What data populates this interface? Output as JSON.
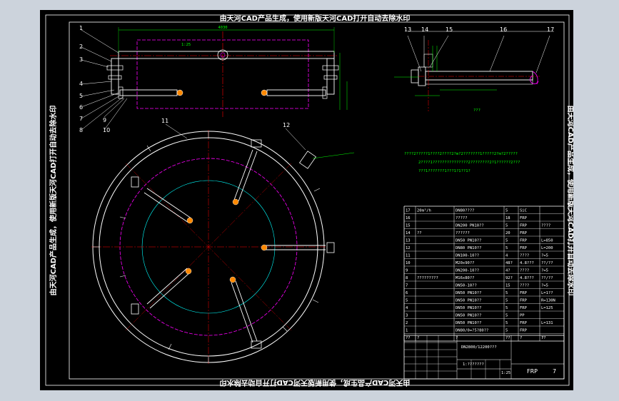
{
  "watermark": {
    "top": "由天河CAD产品生成，使用新版天河CAD打开自动去除水印",
    "bottom": "由天河CAD产品生成，使用新版天河CAD打开自动去除水印",
    "left": "由天河CAD产品生成，使用新版天河CAD打开自动去除水印",
    "right": "由天河CAD产品生成，使用新版天河CAD打开自动去除水印"
  },
  "part_labels": [
    "1",
    "2",
    "3",
    "4",
    "5",
    "6",
    "7",
    "8",
    "9",
    "10",
    "11",
    "12",
    "13",
    "14",
    "15",
    "16",
    "17"
  ],
  "notes": [
    "????2?????1????2????2?m?2???????1?????2?m?2?????",
    "2????1???????????????2????????2?1??????2???",
    "???1???????1???1?1??1?"
  ],
  "bom": [
    {
      "no": "17",
      "name": "20m³/h",
      "spec": "DN80????",
      "qty": "5",
      "mat": "SiC",
      "note": ""
    },
    {
      "no": "16",
      "name": "",
      "spec": "?????",
      "qty": "18",
      "mat": "FRP",
      "note": ""
    },
    {
      "no": "15",
      "name": "",
      "spec": "DN200 PN10??",
      "qty": "5",
      "mat": "FRP",
      "note": "????"
    },
    {
      "no": "14",
      "name": "??",
      "spec": "??????",
      "qty": "20",
      "mat": "FRP",
      "note": ""
    },
    {
      "no": "13",
      "name": "",
      "spec": "DN50 PN10??",
      "qty": "5",
      "mat": "FRP",
      "note": "L=850"
    },
    {
      "no": "12",
      "name": "",
      "spec": "DN80 PN10??",
      "qty": "5",
      "mat": "FRP",
      "note": "L=200"
    },
    {
      "no": "11",
      "name": "",
      "spec": "DN100-10??",
      "qty": "4",
      "mat": "????",
      "note": "?=5"
    },
    {
      "no": "10",
      "name": "",
      "spec": "M20x90??",
      "qty": "48?",
      "mat": "4.8???",
      "note": "??/??"
    },
    {
      "no": "9",
      "name": "",
      "spec": "DN200-10??",
      "qty": "4?",
      "mat": "????",
      "note": "?=5"
    },
    {
      "no": "8",
      "name": "?????????",
      "spec": "M16x80??",
      "qty": "92?",
      "mat": "4.8???",
      "note": "??/??"
    },
    {
      "no": "7",
      "name": "",
      "spec": "DN50-10??",
      "qty": "15",
      "mat": "????",
      "note": "?=5"
    },
    {
      "no": "6",
      "name": "",
      "spec": "DN50 PN10??",
      "qty": "5",
      "mat": "FRP",
      "note": "L=1??"
    },
    {
      "no": "5",
      "name": "",
      "spec": "DN50 PN10??",
      "qty": "5",
      "mat": "FRP",
      "note": "R=130N"
    },
    {
      "no": "4",
      "name": "",
      "spec": "DN50 PN10??",
      "qty": "5",
      "mat": "FRP",
      "note": "L=125"
    },
    {
      "no": "3",
      "name": "",
      "spec": "DN50 PN10??",
      "qty": "5",
      "mat": "PP",
      "note": ""
    },
    {
      "no": "2",
      "name": "",
      "spec": "DN50 PN10??",
      "qty": "5",
      "mat": "FRP",
      "note": "L=131"
    },
    {
      "no": "1",
      "name": "",
      "spec": "DN80/0=?5?80??",
      "qty": "5",
      "mat": "FRP",
      "note": ""
    }
  ],
  "bom_header": [
    "??",
    "?",
    "?",
    "??",
    "?",
    "?",
    "??"
  ],
  "title_block": {
    "drawing_no": "DN2800/12200???",
    "material": "FRP",
    "sheet": "7",
    "scale": "1:25",
    "weight": "1:???????"
  },
  "dims": {
    "plan_top": "4030",
    "left_scale": "1:25",
    "section": "???"
  }
}
